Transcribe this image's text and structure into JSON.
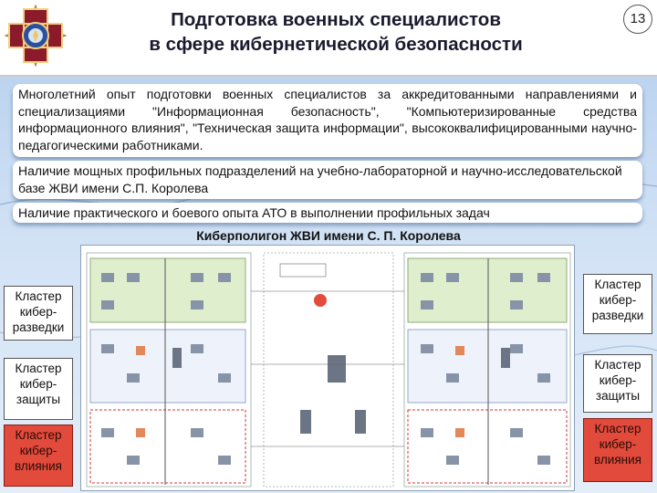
{
  "header": {
    "title_line1": "Подготовка военных специалистов",
    "title_line2": "в сфере кибернетической безопасности",
    "page_number": "13"
  },
  "boxes": [
    "Многолетний опыт подготовки военных специалистов за аккредитованными направлениями и специализациями \"Информационная безопасность\", \"Компьютеризированные средства информационного влияния\", \"Техническая защита информации\", высококвалифицированными научно-педагогическими работниками.",
    "Наличие мощных профильных подразделений на учебно-лабораторной и научно-исследовательской базе ЖВИ имени С.П. Королева",
    "Наличие практического и боевого опыта АТО в выполнении профильных задач"
  ],
  "section_title": "Киберполигон ЖВИ имени С. П. Королева",
  "clusters_left": [
    "Кластер кибер-разведки",
    "Кластер кибер-защиты",
    "Кластер кибер-влияния"
  ],
  "clusters_right": [
    "Кластер кибер-разведки",
    "Кластер кибер-защиты",
    "Кластер кибер-влияния"
  ],
  "colors": {
    "accent_red": "#e24a3b",
    "background_blue": "#c8dcf3",
    "emblem_crimson": "#8b1a2b"
  }
}
